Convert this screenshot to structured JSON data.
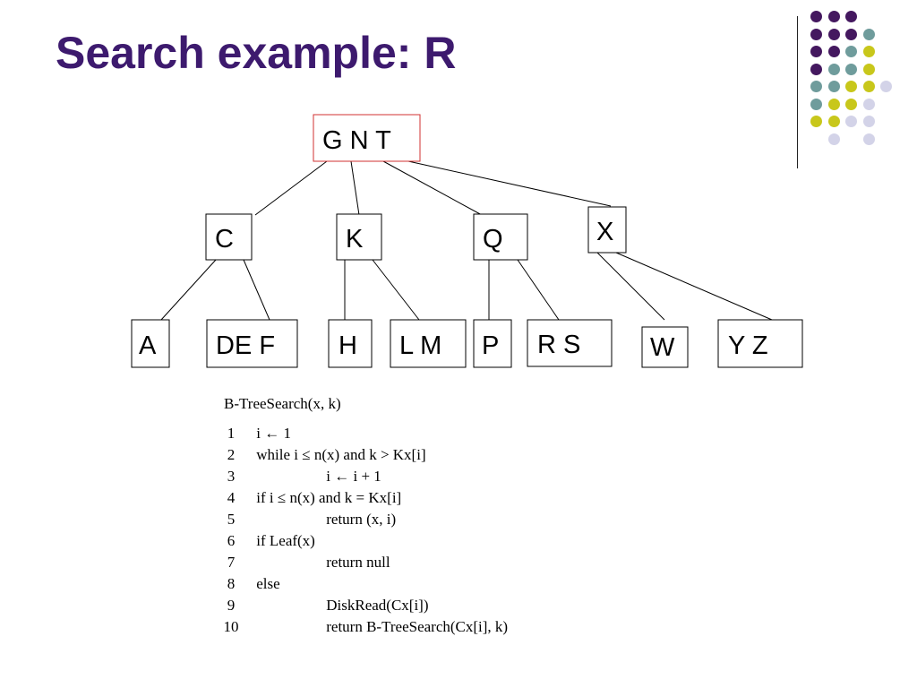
{
  "slide": {
    "title": "Search example: R"
  },
  "decor": {
    "colors": {
      "purple": "#44185f",
      "teal": "#6f9c9c",
      "lime": "#c8c71b",
      "lavender": "#d3d3e8",
      "title": "#3d1a6e",
      "root_border": "#d23232"
    },
    "dots": [
      [
        "purple",
        "purple",
        "purple",
        ""
      ],
      [
        "purple",
        "purple",
        "purple",
        "teal"
      ],
      [
        "purple",
        "purple",
        "teal",
        "lime"
      ],
      [
        "purple",
        "teal",
        "teal",
        "lime"
      ],
      [
        "teal",
        "teal",
        "lime",
        "lime",
        "lavender"
      ],
      [
        "teal",
        "lime",
        "lime",
        "lavender"
      ],
      [
        "lime",
        "lime",
        "lavender",
        "lavender"
      ],
      [
        "",
        "lavender",
        "",
        "lavender"
      ]
    ]
  },
  "tree": {
    "root": "G N T",
    "level1": [
      "C",
      "K",
      "Q",
      "X"
    ],
    "leaves": [
      "A",
      "DE F",
      "H",
      "L M",
      "P",
      "R S",
      "W",
      "Y Z"
    ]
  },
  "algorithm": {
    "name": "B-TreeSearch(x, k)",
    "lines": [
      {
        "num": "1",
        "code": "i ← 1"
      },
      {
        "num": "2",
        "code": "while i ≤ n(x) and k > Kx[i]"
      },
      {
        "num": "3",
        "code": "i ← i + 1"
      },
      {
        "num": "4",
        "code": "if i ≤ n(x) and k = Kx[i]"
      },
      {
        "num": "5",
        "code": "return (x, i)"
      },
      {
        "num": "6",
        "code": "if Leaf(x)"
      },
      {
        "num": "7",
        "code": "return null"
      },
      {
        "num": "8",
        "code": "else"
      },
      {
        "num": "9",
        "code": "DiskRead(Cx[i])"
      },
      {
        "num": "10",
        "code": "return B-TreeSearch(Cx[i], k)"
      }
    ]
  }
}
